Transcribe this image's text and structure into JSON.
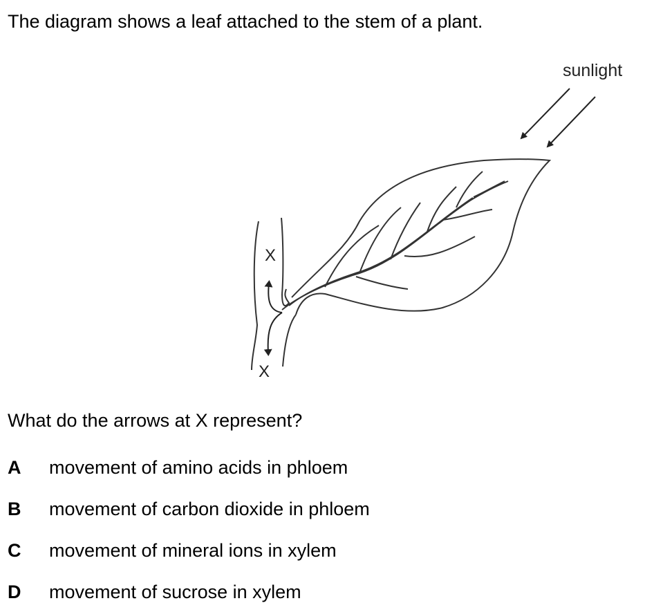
{
  "question_stem": "The diagram shows a leaf attached to the stem of a plant.",
  "diagram": {
    "labels": {
      "sunlight": "sunlight",
      "x_upper": "X",
      "x_lower": "X"
    }
  },
  "question": "What do the arrows at X represent?",
  "options": [
    {
      "letter": "A",
      "text": "movement of amino acids in phloem"
    },
    {
      "letter": "B",
      "text": "movement of carbon dioxide in phloem"
    },
    {
      "letter": "C",
      "text": "movement of mineral ions in xylem"
    },
    {
      "letter": "D",
      "text": "movement of sucrose in xylem"
    }
  ]
}
